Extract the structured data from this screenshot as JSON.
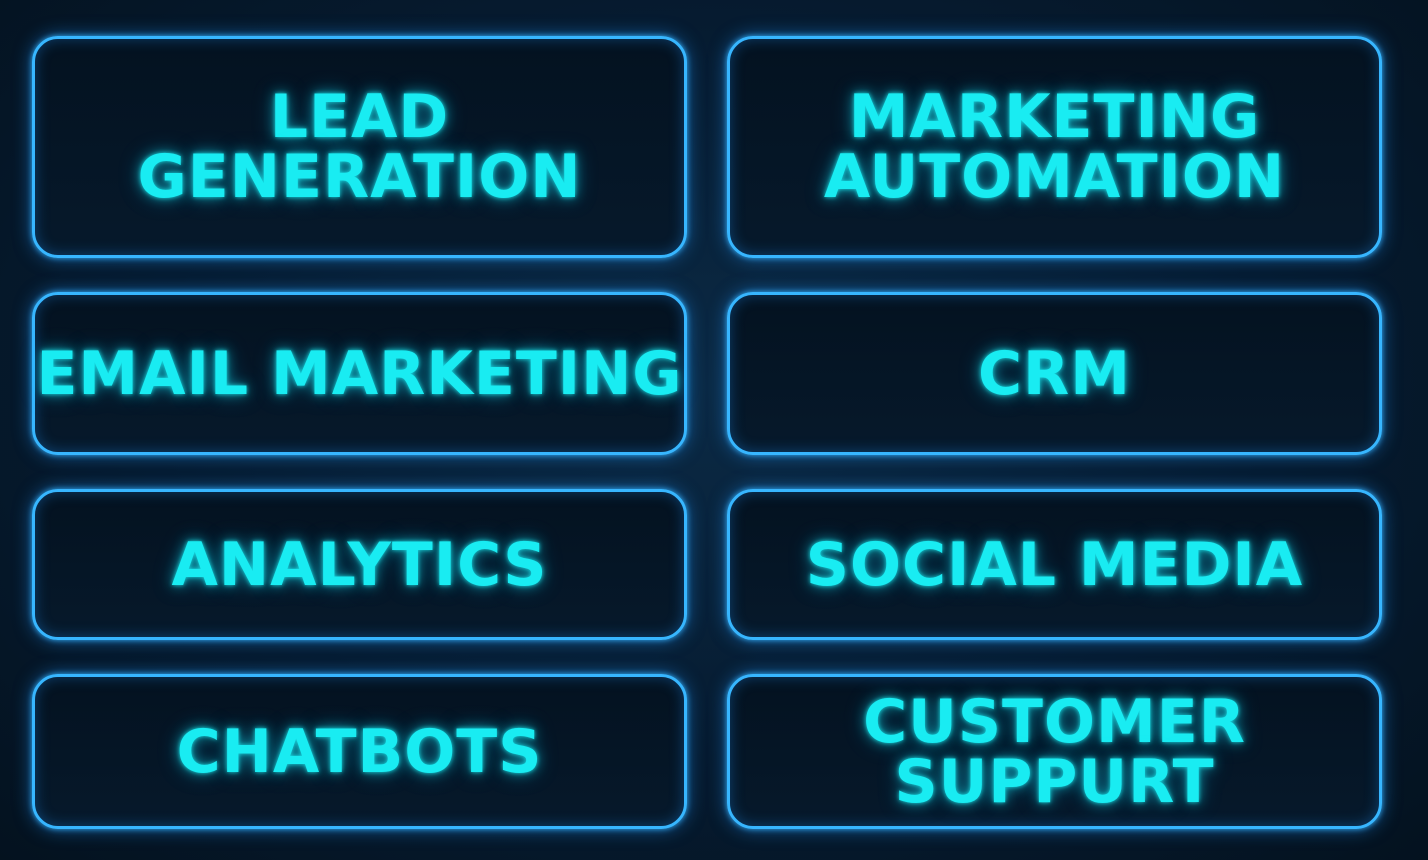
{
  "colors": {
    "accent_border": "#37b6ff",
    "label_text": "#19ecf2",
    "background": "#061b30"
  },
  "tiles": [
    {
      "label": "LEAD\nGENERATION"
    },
    {
      "label": "MARKETING\nAUTOMATION"
    },
    {
      "label": "EMAIL MARKETING"
    },
    {
      "label": "CRM"
    },
    {
      "label": "ANALYTICS"
    },
    {
      "label": "SOCIAL MEDIA"
    },
    {
      "label": "CHATBOTS"
    },
    {
      "label": "CUSTOMER\nSUPPURT"
    }
  ]
}
